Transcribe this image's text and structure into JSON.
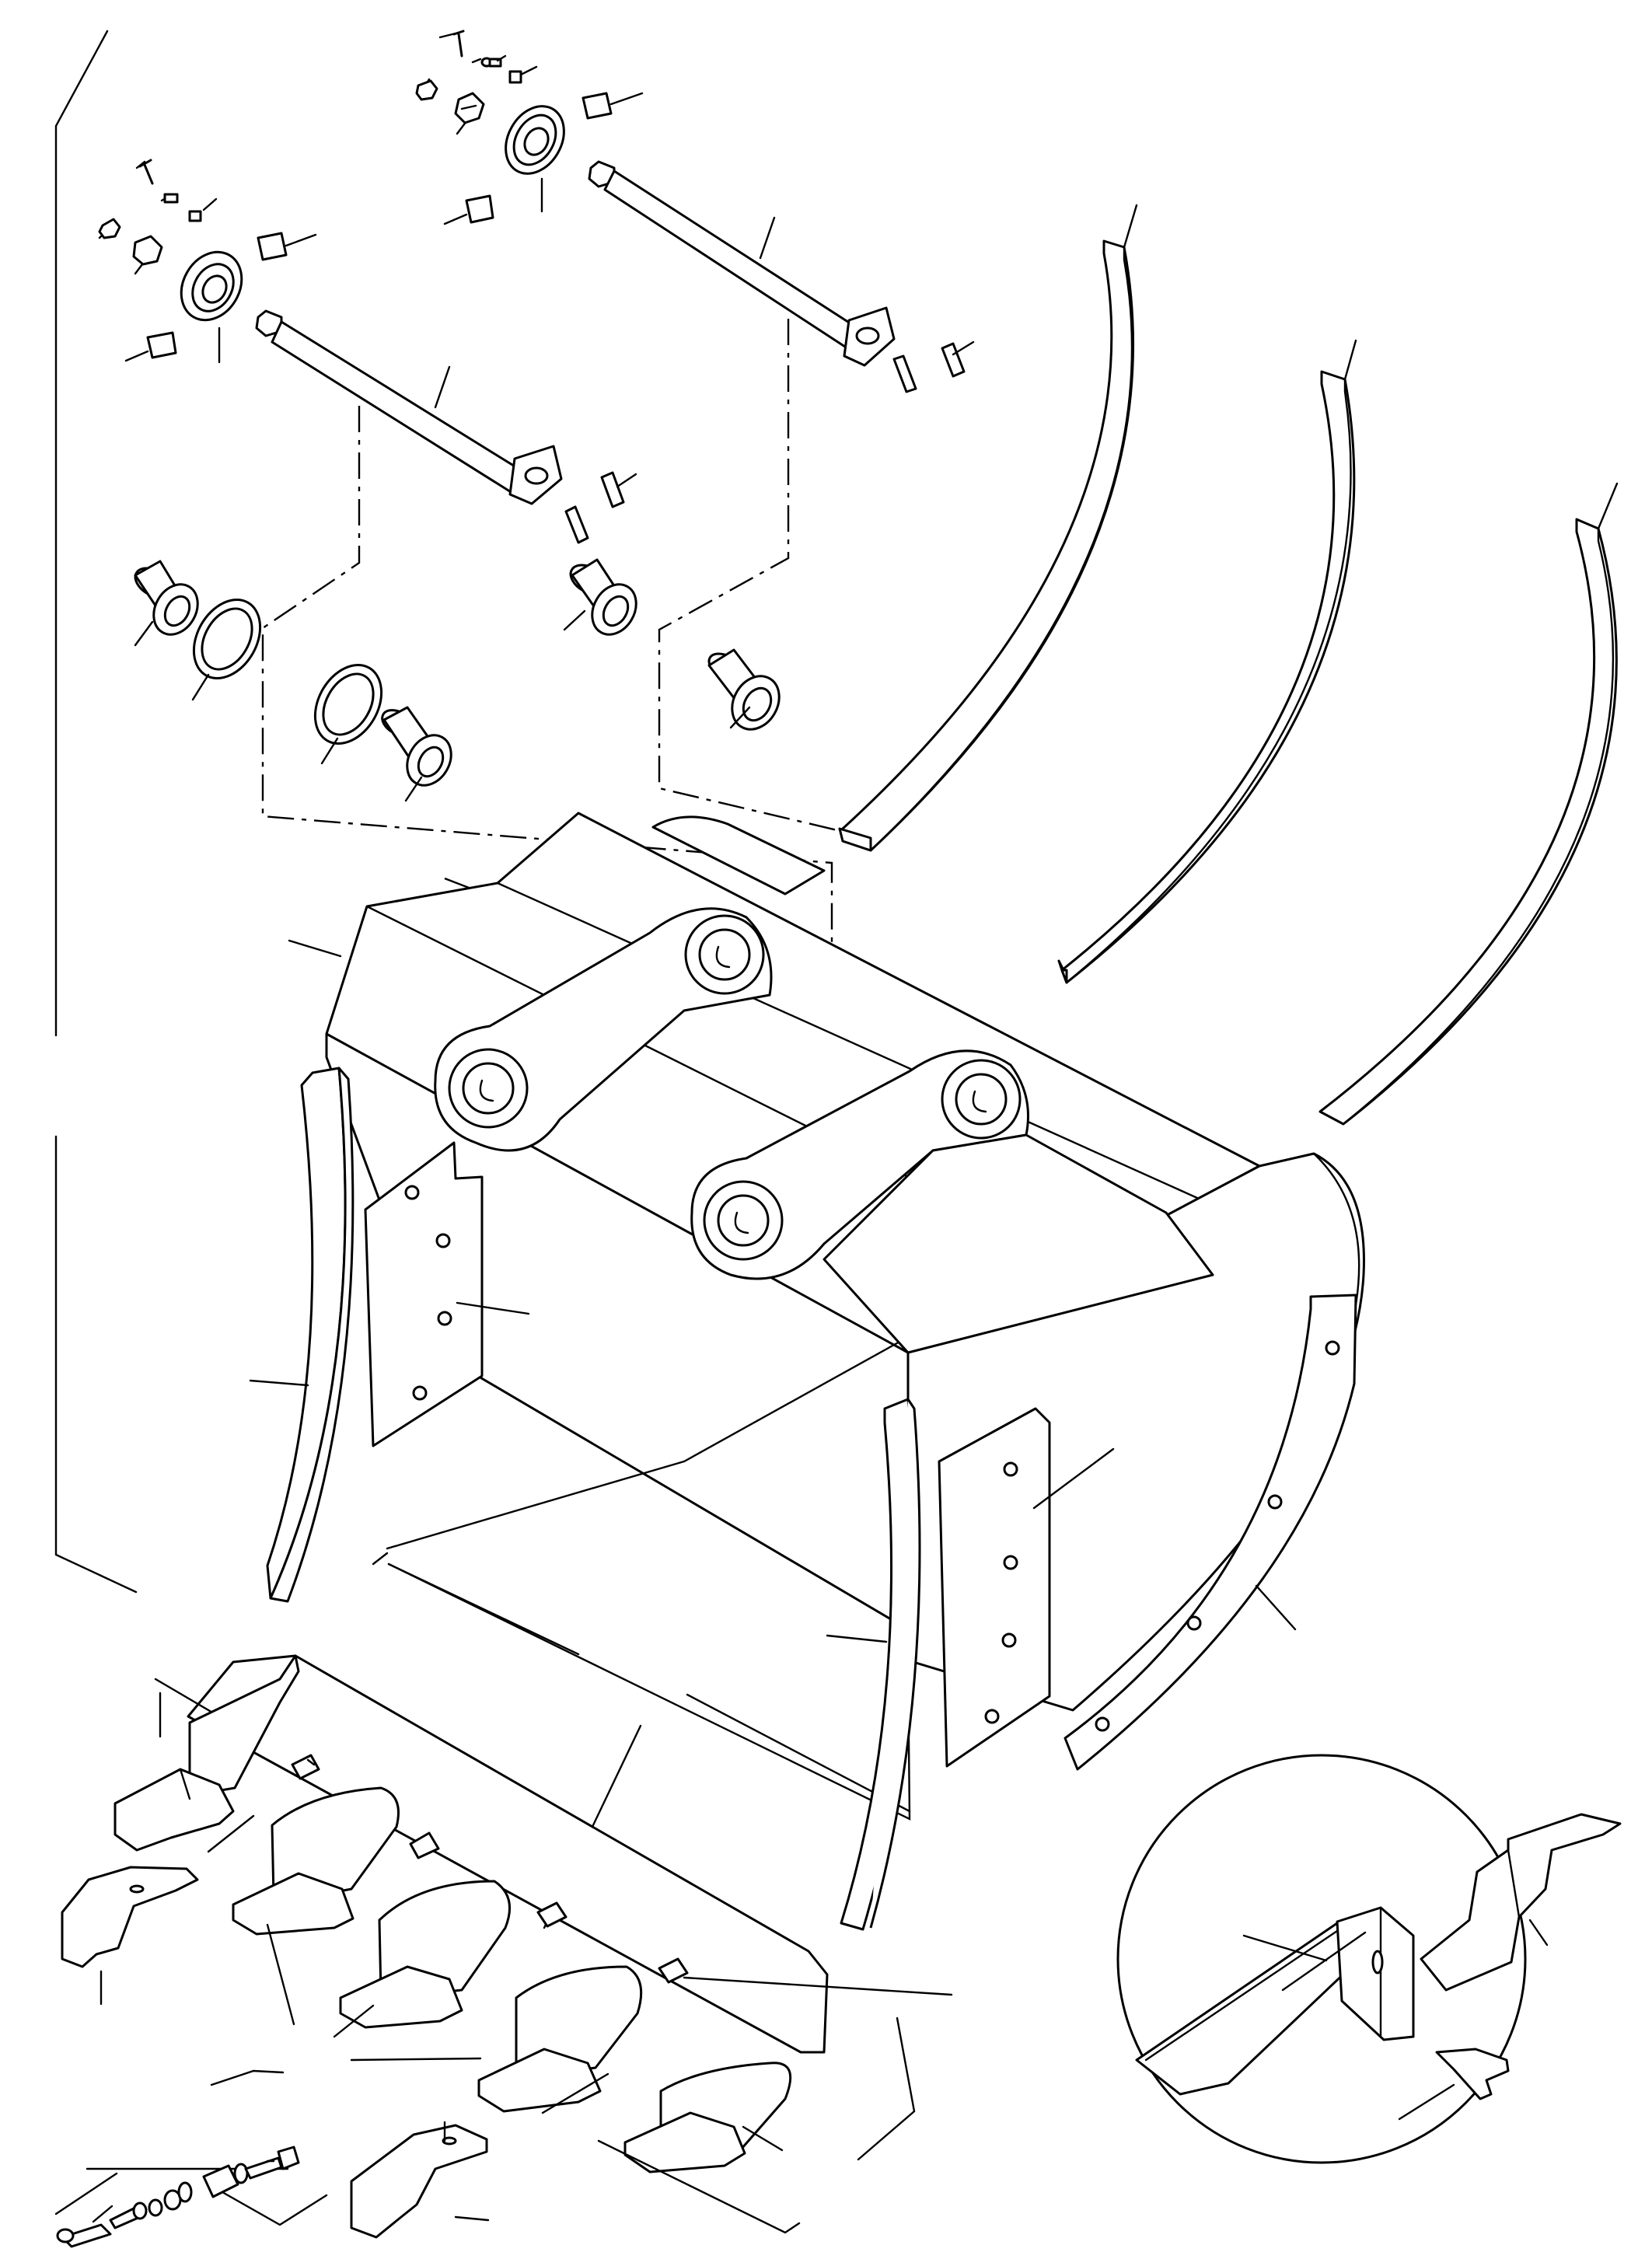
{
  "diagram": {
    "kind": "exploded parts diagram",
    "line_color": "#000000",
    "background": "#ffffff"
  },
  "parts": [
    {
      "id": "pin-left",
      "icon": "cylinder-pin"
    },
    {
      "id": "pin-right",
      "icon": "cylinder-pin"
    },
    {
      "id": "bushings",
      "icon": "bushing"
    },
    {
      "id": "wear-strips",
      "icon": "curved-strip"
    },
    {
      "id": "bucket-body",
      "icon": "bucket"
    },
    {
      "id": "side-plates",
      "icon": "plate"
    },
    {
      "id": "teeth",
      "icon": "tooth"
    },
    {
      "id": "adapters",
      "icon": "adapter"
    },
    {
      "id": "detail-circle",
      "icon": "magnified-detail"
    }
  ]
}
